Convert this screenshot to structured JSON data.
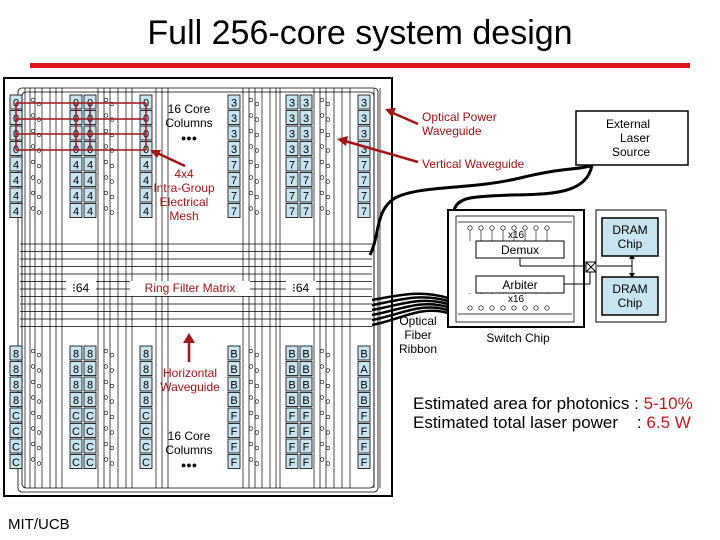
{
  "title": "Full 256-core system design",
  "footer": "MIT/UCB",
  "colors": {
    "accent_red": "#e0141a",
    "annotation_red": "#a31414",
    "core_fill": "#c8e4f0",
    "ink": "#000000"
  },
  "core_grid": {
    "top_left_columns": [
      [
        "0",
        "0",
        "0",
        "0",
        "4",
        "4",
        "4",
        "4"
      ],
      [
        "0",
        "0",
        "0",
        "0",
        "4",
        "4",
        "4",
        "4"
      ],
      [
        "0",
        "0",
        "0",
        "0",
        "4",
        "4",
        "4",
        "4"
      ],
      [
        "0",
        "0",
        "0",
        "0",
        "4",
        "4",
        "4",
        "4"
      ]
    ],
    "top_right_columns": [
      [
        "3",
        "3",
        "3",
        "3",
        "7",
        "7",
        "7",
        "7"
      ],
      [
        "3",
        "3",
        "3",
        "3",
        "7",
        "7",
        "7",
        "7"
      ],
      [
        "3",
        "3",
        "3",
        "3",
        "7",
        "7",
        "7",
        "7"
      ],
      [
        "3",
        "3",
        "3",
        "3",
        "7",
        "7",
        "7",
        "7"
      ]
    ],
    "bottom_left_columns": [
      [
        "8",
        "8",
        "8",
        "8",
        "C",
        "C",
        "C",
        "C"
      ],
      [
        "8",
        "8",
        "8",
        "8",
        "C",
        "C",
        "C",
        "C"
      ],
      [
        "8",
        "8",
        "8",
        "8",
        "C",
        "C",
        "C",
        "C"
      ],
      [
        "8",
        "8",
        "8",
        "8",
        "C",
        "C",
        "C",
        "C"
      ]
    ],
    "bottom_right_columns": [
      [
        "B",
        "B",
        "B",
        "B",
        "F",
        "F",
        "F",
        "F"
      ],
      [
        "B",
        "B",
        "B",
        "B",
        "F",
        "F",
        "F",
        "F"
      ],
      [
        "B",
        "B",
        "B",
        "B",
        "F",
        "F",
        "F",
        "F"
      ],
      [
        "B",
        "A",
        "B",
        "B",
        "F",
        "F",
        "F",
        "F"
      ]
    ]
  },
  "labels": {
    "core_columns_top": [
      "16 Core",
      "Columns",
      "●●●"
    ],
    "core_columns_bottom": [
      "16 Core",
      "Columns",
      "●●●"
    ],
    "mesh": [
      "4x4",
      "Intra-Group",
      "Electrical",
      "Mesh"
    ],
    "ring_filter": "Ring Filter Matrix",
    "ring_count_left": "⁝64",
    "ring_count_right": "⁝64",
    "horizontal_waveguide": [
      "Horizontal",
      "Waveguide"
    ],
    "optical_power_waveguide": [
      "Optical Power",
      "Waveguide"
    ],
    "vertical_waveguide": "Vertical Waveguide",
    "external_laser": [
      "External",
      "Laser",
      "Source"
    ],
    "optical_fiber": [
      "Optical",
      "Fiber",
      "Ribbon"
    ],
    "switch_chip": "Switch Chip",
    "demux": "Demux",
    "arbiter": "Arbiter",
    "x16_top": "x16",
    "x16_bottom": "x16",
    "dram_top": [
      "DRAM",
      "Chip"
    ],
    "dram_bottom": [
      "DRAM",
      "Chip"
    ]
  },
  "stats": {
    "area_label": "Estimated area for photonics : ",
    "area_value": "5-10%",
    "power_label": "Estimated total laser power    : ",
    "power_value": "6.5 W"
  }
}
